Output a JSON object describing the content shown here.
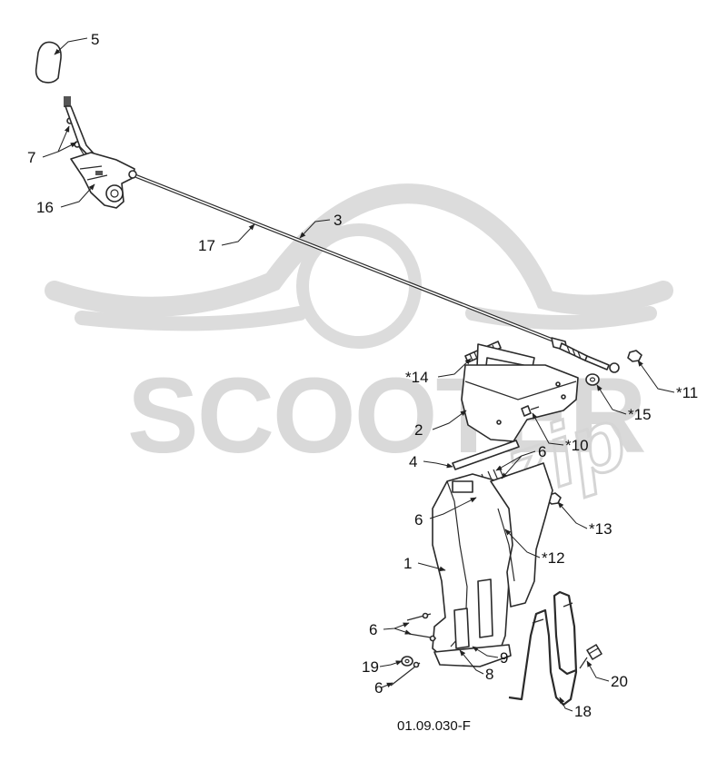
{
  "watermark": {
    "brand_text": "SCOOTER",
    "script_text": "zip"
  },
  "drawing_code": "01.09.030-F",
  "callouts": [
    {
      "id": "c5",
      "text": "5"
    },
    {
      "id": "c7",
      "text": "7"
    },
    {
      "id": "c16",
      "text": "16"
    },
    {
      "id": "c17",
      "text": "17"
    },
    {
      "id": "c3",
      "text": "3"
    },
    {
      "id": "c14",
      "text": "*14"
    },
    {
      "id": "c11",
      "text": "*11"
    },
    {
      "id": "c15",
      "text": "*15"
    },
    {
      "id": "c2",
      "text": "2"
    },
    {
      "id": "c10",
      "text": "*10"
    },
    {
      "id": "c4",
      "text": "4"
    },
    {
      "id": "c6a",
      "text": "6"
    },
    {
      "id": "c6b",
      "text": "6"
    },
    {
      "id": "c13",
      "text": "*13"
    },
    {
      "id": "c12",
      "text": "*12"
    },
    {
      "id": "c1",
      "text": "1"
    },
    {
      "id": "c6c",
      "text": "6"
    },
    {
      "id": "c9",
      "text": "9"
    },
    {
      "id": "c8",
      "text": "8"
    },
    {
      "id": "c19",
      "text": "19"
    },
    {
      "id": "c6d",
      "text": "6"
    },
    {
      "id": "c20",
      "text": "20"
    },
    {
      "id": "c18",
      "text": "18"
    }
  ]
}
